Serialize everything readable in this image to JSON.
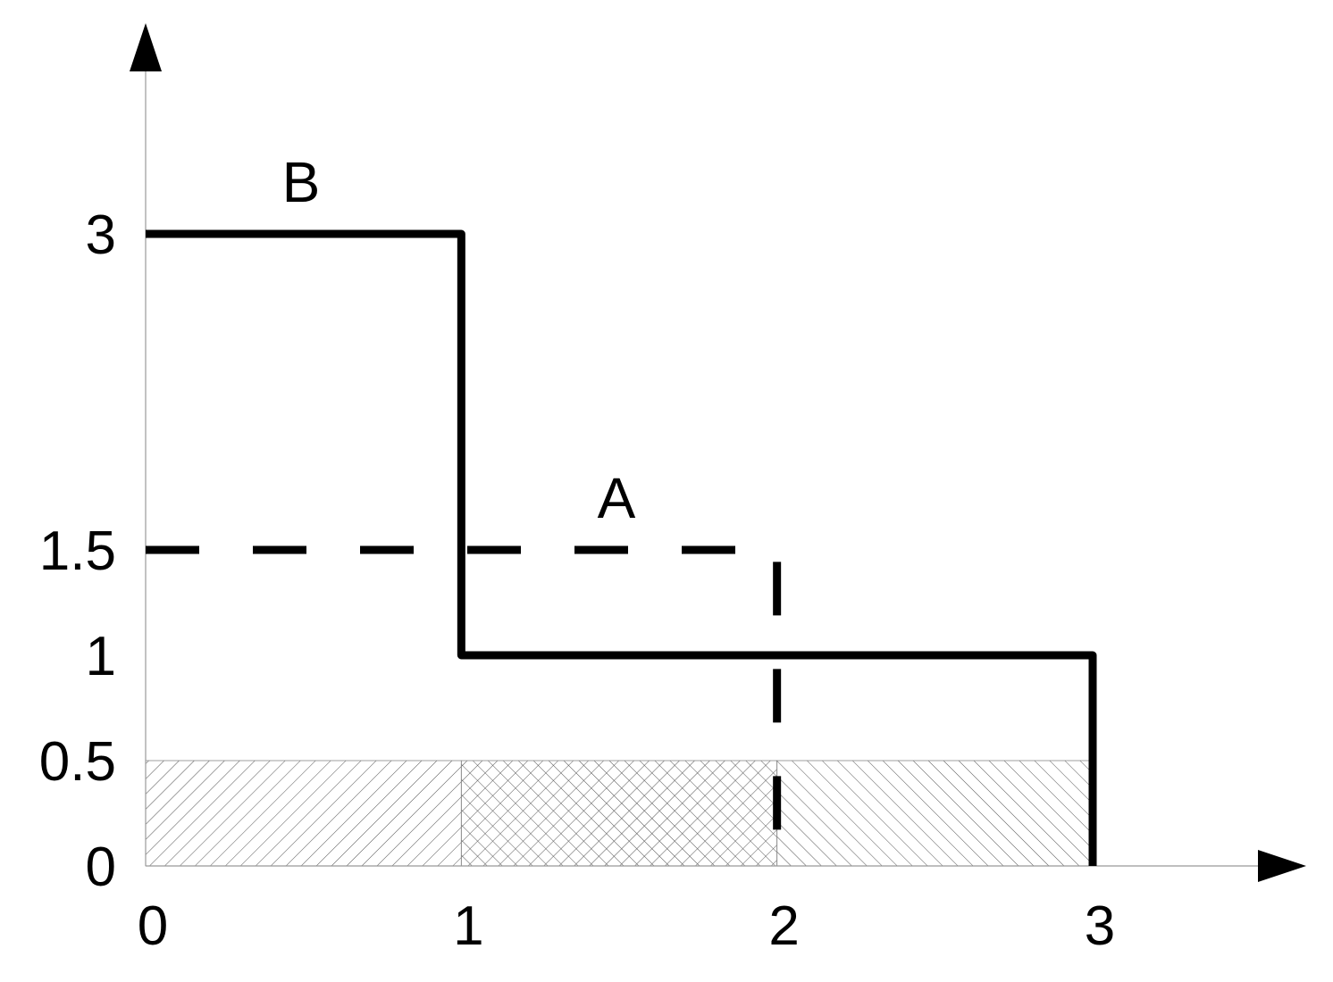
{
  "chart_data": {
    "type": "line",
    "x_ticks": [
      "0",
      "1",
      "2",
      "3"
    ],
    "y_ticks": [
      "0",
      "0.5",
      "1",
      "1.5",
      "3"
    ],
    "xlim": [
      0,
      3
    ],
    "ylim": [
      0,
      3
    ],
    "grid": false,
    "series": [
      {
        "name": "B",
        "style": "solid",
        "color": "#000000",
        "points": [
          [
            0,
            3
          ],
          [
            1,
            3
          ],
          [
            1,
            1
          ],
          [
            3,
            1
          ],
          [
            3,
            0
          ]
        ]
      },
      {
        "name": "A",
        "style": "dashed",
        "color": "#000000",
        "points": [
          [
            0,
            1.5
          ],
          [
            2,
            1.5
          ],
          [
            2,
            0
          ]
        ]
      }
    ],
    "shaded_regions": [
      {
        "x": [
          0,
          1
        ],
        "y": [
          0,
          0.5
        ],
        "pattern": "hatch-forward"
      },
      {
        "x": [
          1,
          2
        ],
        "y": [
          0,
          0.5
        ],
        "pattern": "crosshatch"
      },
      {
        "x": [
          2,
          3
        ],
        "y": [
          0,
          0.5
        ],
        "pattern": "hatch-backward"
      }
    ]
  }
}
